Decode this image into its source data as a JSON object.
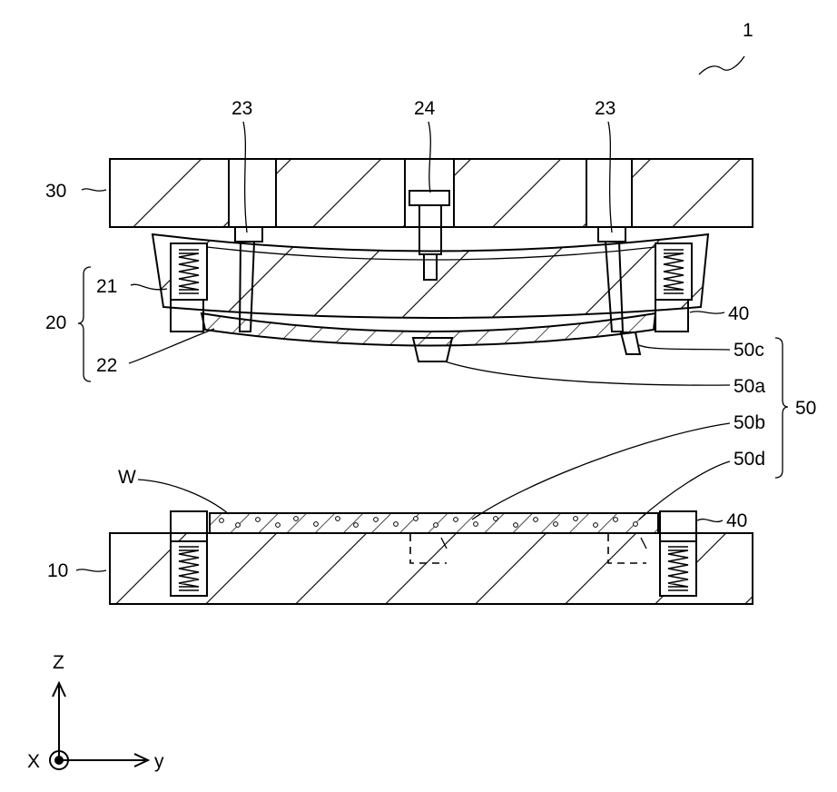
{
  "labels": {
    "device": "1",
    "top_plate": "30",
    "pin_left": "23",
    "pin_center": "24",
    "pin_right": "23",
    "head_group": "20",
    "head_upper": "21",
    "head_lower": "22",
    "stopper_upper": "40",
    "stopper_lower": "40",
    "cutting_group": "50",
    "part_a": "50a",
    "part_b": "50b",
    "part_c": "50c",
    "part_d": "50d",
    "workpiece": "W",
    "stage": "10",
    "axis_z": "Z",
    "axis_x": "X",
    "axis_y": "y"
  },
  "colors": {
    "line": "#000000",
    "background": "#ffffff"
  }
}
